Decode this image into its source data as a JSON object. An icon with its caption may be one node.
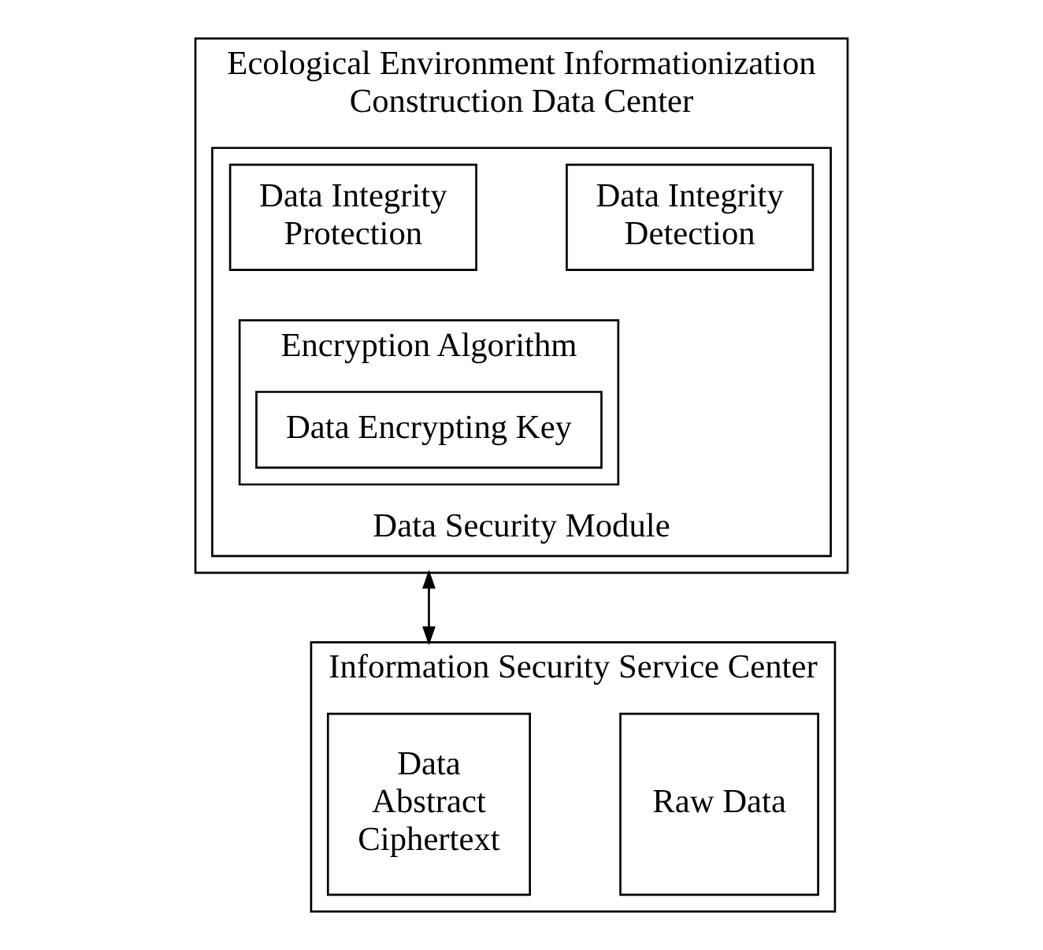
{
  "diagram": {
    "nodes": [
      {
        "text": [
          "Ecological Environment Informationization Construction Data Center"
        ]
      },
      {
        "text": [
          "Data Security Module"
        ],
        "in": 0
      },
      {
        "text": [
          "Data Integrity Protection"
        ],
        "in": 1
      },
      {
        "text": [
          "Data Integrity Detection"
        ],
        "in": 1
      },
      {
        "text": [
          "Encryption Algorithm"
        ],
        "in": 1
      },
      {
        "text": [
          "Data Encrypting Key"
        ],
        "in": 4
      },
      {
        "text": [
          "Information Security Service Center"
        ]
      },
      {
        "text": [
          "Data Abstract Ciphertext"
        ],
        "in": 6
      },
      {
        "text": [
          "Raw Data"
        ],
        "in": 6
      }
    ],
    "edges": [
      {
        "from": 0,
        "to": 6,
        "arrow": "both"
      }
    ]
  }
}
